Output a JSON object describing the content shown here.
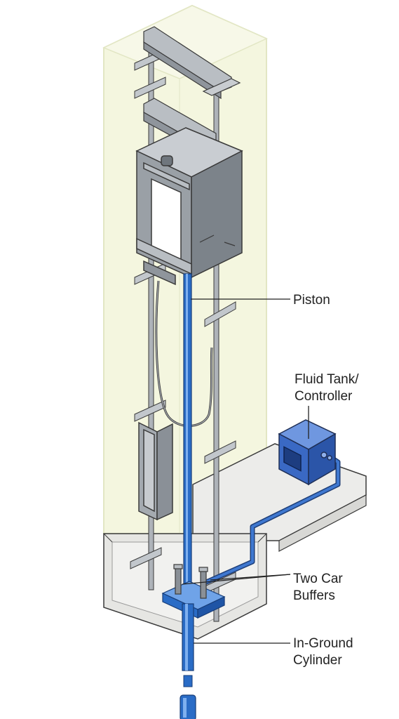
{
  "labels": {
    "piston": "Piston",
    "fluid_tank_line1": "Fluid Tank/",
    "fluid_tank_line2": "Controller",
    "buffers_line1": "Two Car",
    "buffers_line2": "Buffers",
    "cylinder_line1": "In-Ground",
    "cylinder_line2": "Cylinder"
  },
  "colors": {
    "shaft_fill": "#f4f6df",
    "shaft_edge": "#e2e6c4",
    "floor": "#ececea",
    "rail": "#aeb3b9",
    "car": "#8f959c",
    "piston_blue": "#2a6cc6",
    "tank_blue": "#3a69c4",
    "outline": "#3a3a3a"
  }
}
